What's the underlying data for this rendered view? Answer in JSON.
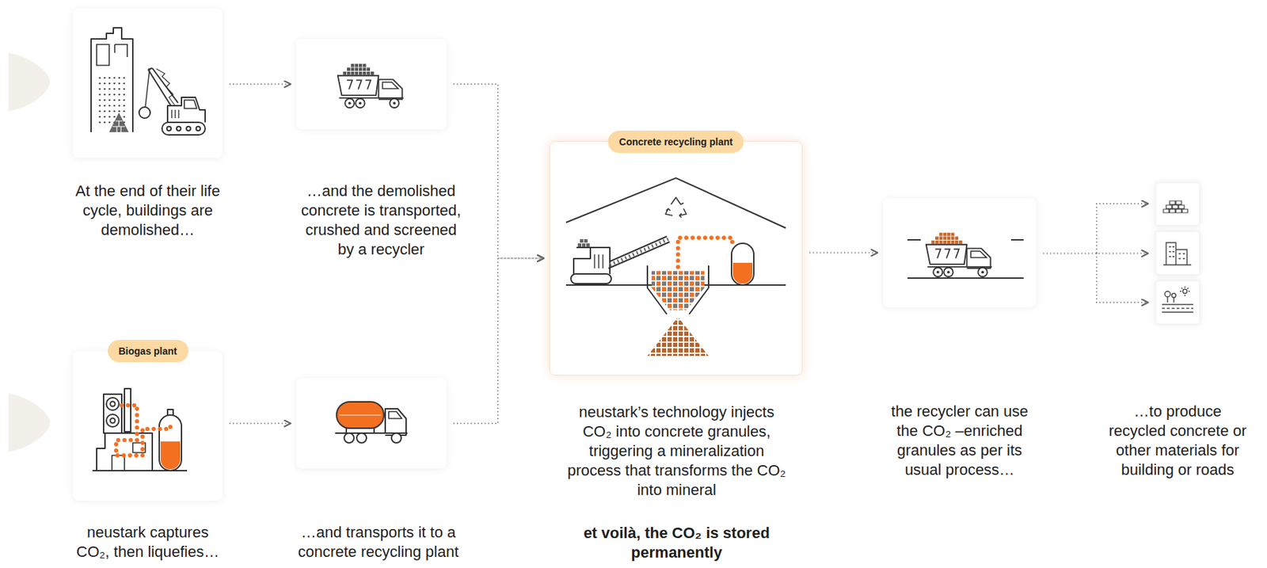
{
  "diagram": {
    "nodes": [
      {
        "text": [
          "At the end of their life cycle, buildings are demolished…"
        ]
      },
      {
        "text": [
          "…and the demolished concrete is transported, crushed and screened by a recycler"
        ]
      },
      {
        "text": [
          "Biogas plant",
          "neustark captures CO₂, then liquefies…"
        ]
      },
      {
        "text": [
          "…and transports it to a concrete recycling plant"
        ]
      },
      {
        "text": [
          "Concrete recycling plant",
          "neustark’s technology injects CO₂ into concrete granules, triggering a mineralization process that transforms the CO₂ into mineral",
          "et voilà, the CO₂ is stored permanently"
        ]
      },
      {
        "text": [
          "the recycler can use the CO₂ –enriched granules as per its usual process…"
        ]
      },
      {
        "text": [
          "…to produce recycled concrete or other materials for building or roads"
        ]
      }
    ],
    "edges": [
      {
        "from": 0,
        "to": 1,
        "arrow": "to"
      },
      {
        "from": 1,
        "to": 4,
        "arrow": "to"
      },
      {
        "from": 2,
        "to": 3,
        "arrow": "to"
      },
      {
        "from": 3,
        "to": 4,
        "arrow": "to"
      },
      {
        "from": 4,
        "to": 5,
        "arrow": "to"
      },
      {
        "from": 5,
        "to": 6,
        "arrow": "to"
      }
    ]
  }
}
